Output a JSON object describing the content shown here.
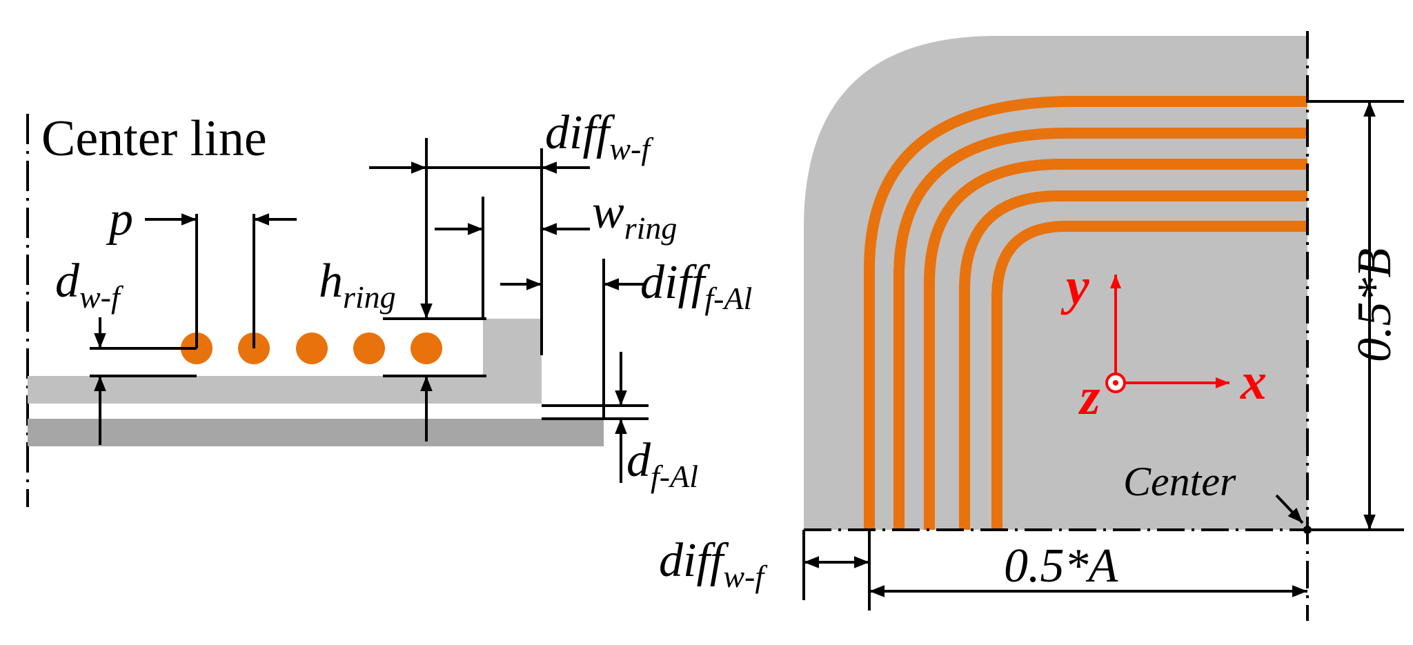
{
  "colors": {
    "substrate_light": "#c0c0c0",
    "baseplate": "#a6a6a6",
    "copper_trace": "#e8720c",
    "axis_red": "#ff0000",
    "line_black": "#000000"
  },
  "cross_section": {
    "center_line_label": "Center line",
    "p_label": "p",
    "d_label": "d",
    "d_sub": "w-f",
    "h_label": "h",
    "h_sub": "ring",
    "w_label": "w",
    "w_sub": "ring",
    "diff_wf_label": "diff",
    "diff_wf_sub": "w-f",
    "diff_fal_label": "diff",
    "diff_fal_sub": "f-Al",
    "dfal_label": "d",
    "dfal_sub": "f-Al",
    "wire_count": 5
  },
  "top_view": {
    "axis_x": "x",
    "axis_y": "y",
    "axis_z": "z",
    "center_label": "Center",
    "dim_a_label": "0.5*A",
    "dim_b_label": "0.5*B",
    "diff_wf_label": "diff",
    "diff_wf_sub": "w-f",
    "trace_count": 5
  }
}
